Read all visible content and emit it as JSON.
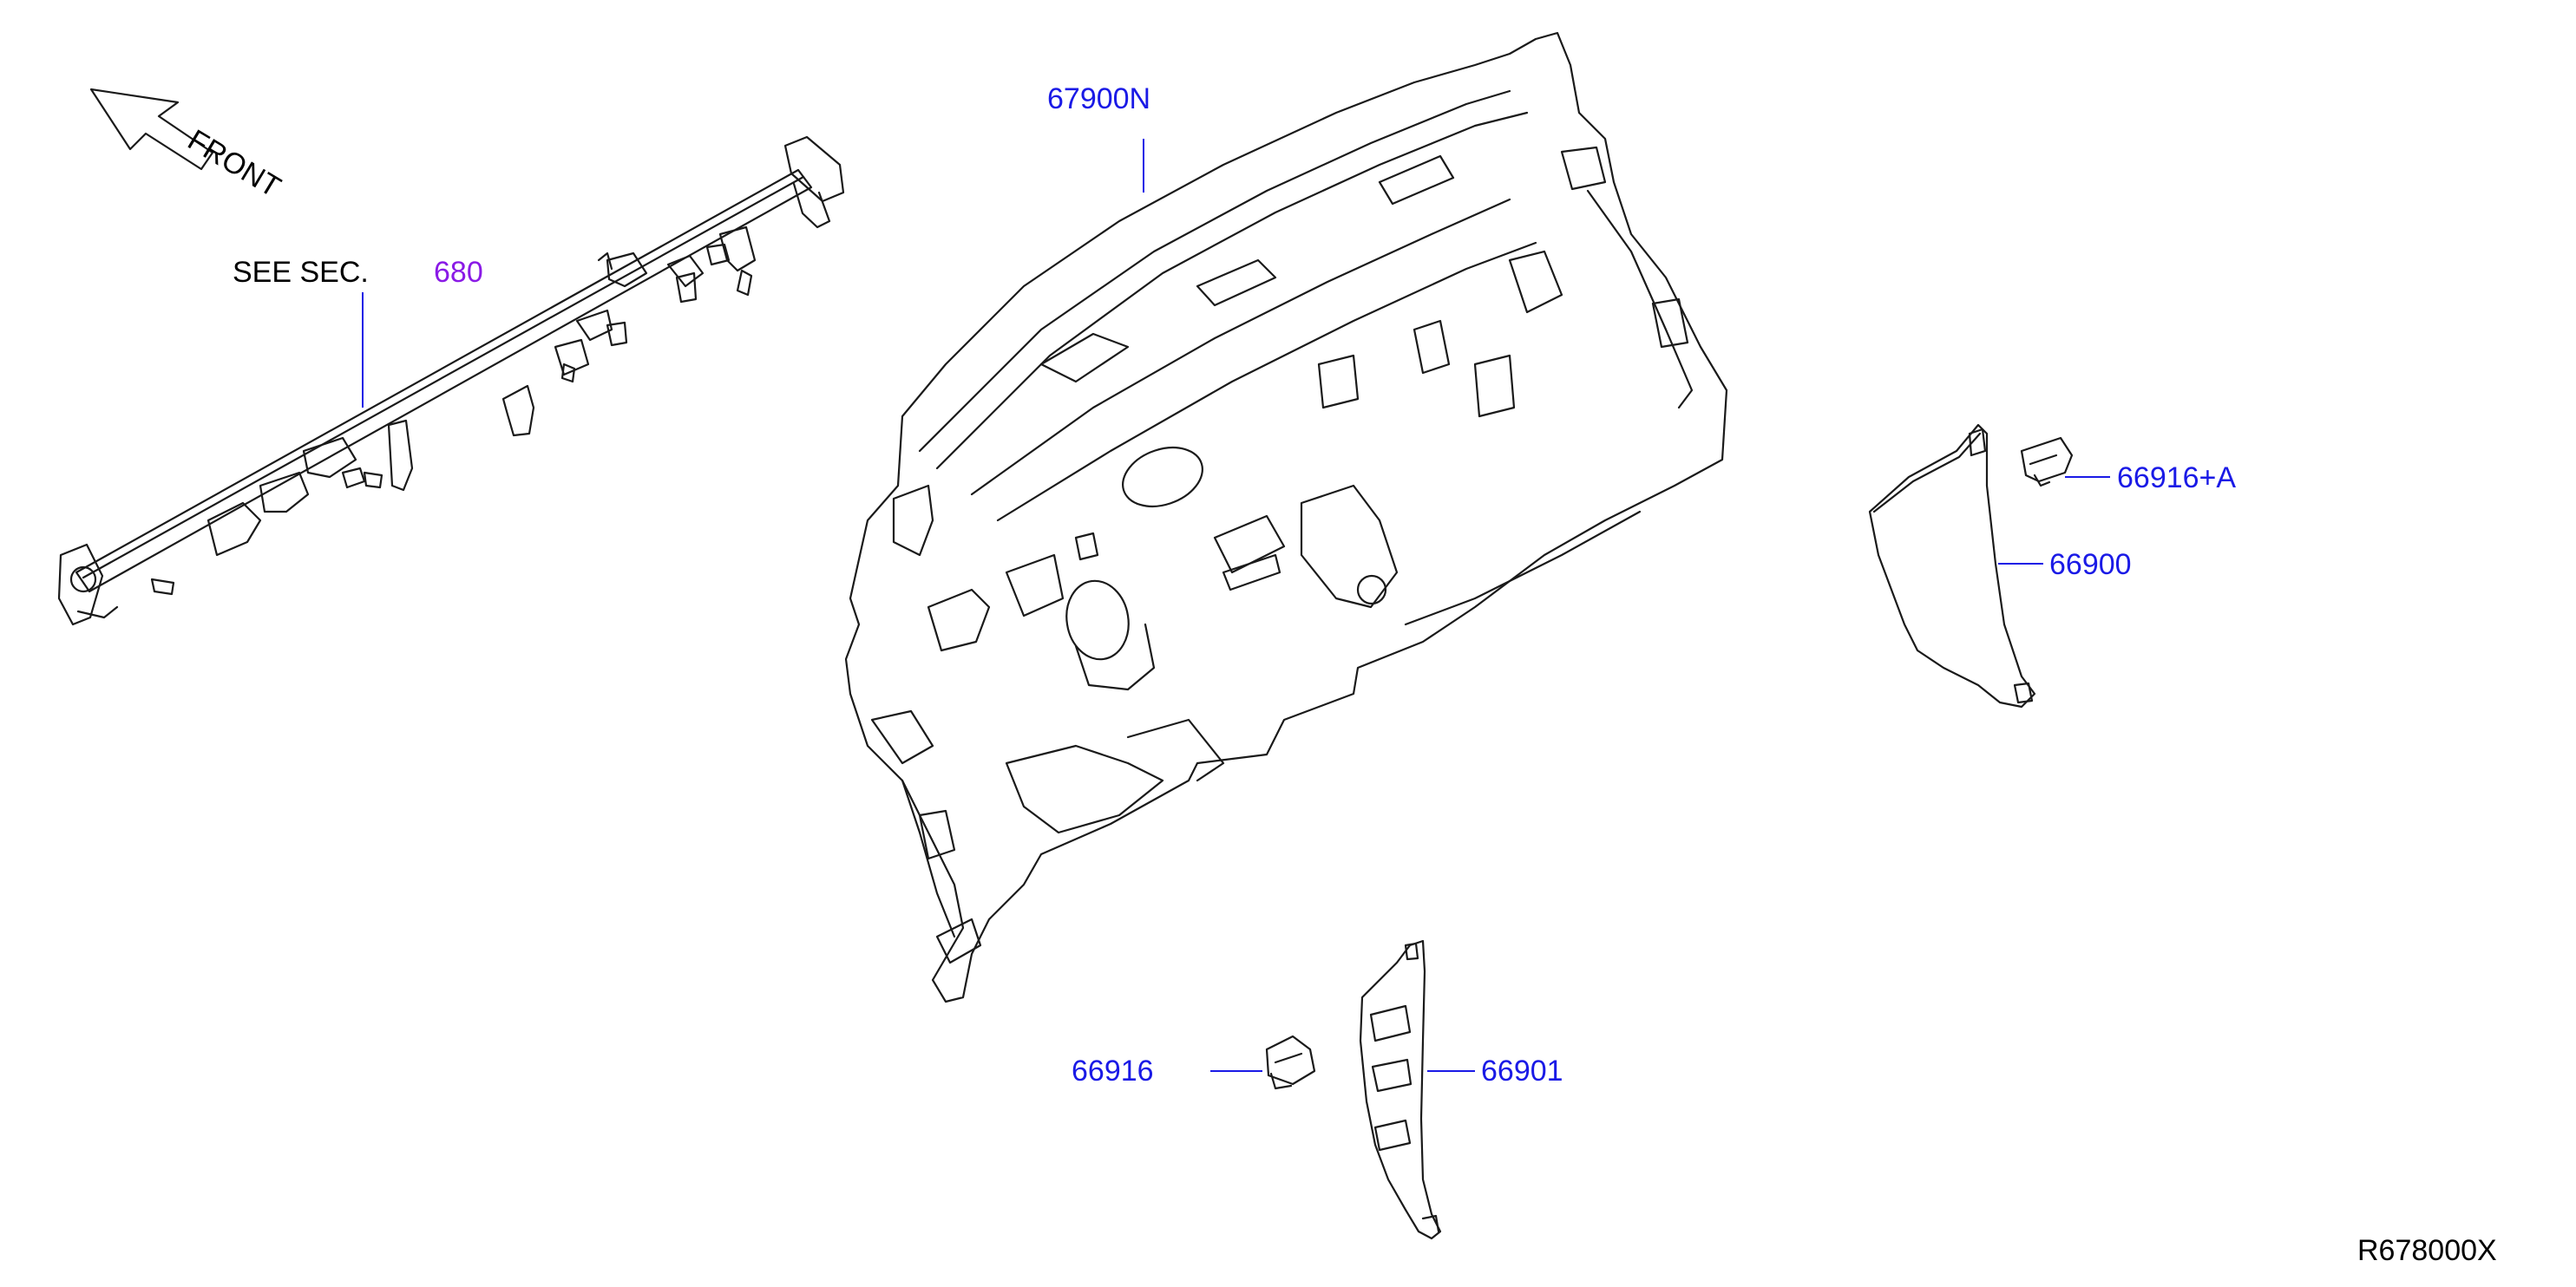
{
  "colors": {
    "callout": "#1a1ae6",
    "section_ref": "#8a1ae6",
    "text": "#000000",
    "linework": "#1a1a1a"
  },
  "orientation": {
    "label": "FRONT",
    "icon": "front-arrow-icon"
  },
  "see_section": {
    "prefix": "SEE  SEC.",
    "section": "680"
  },
  "callouts": {
    "p67900N": "67900N",
    "p66916A": "66916+A",
    "p66900": "66900",
    "p66916": "66916",
    "p66901": "66901"
  },
  "diagram_id": "R678000X"
}
